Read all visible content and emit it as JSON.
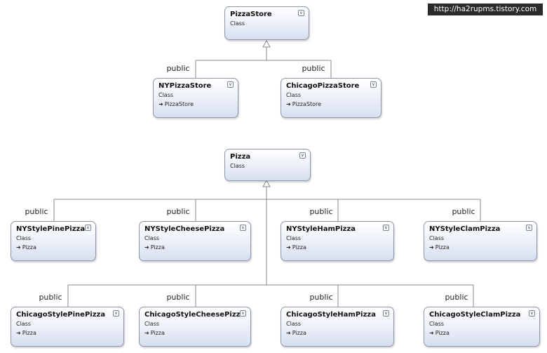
{
  "watermark": "http://ha2rupms.tistory.com",
  "diagram_top": {
    "base": {
      "name": "PizzaStore",
      "kind": "Class"
    },
    "children": [
      {
        "name": "NYPizzaStore",
        "kind": "Class",
        "inherits": "PizzaStore",
        "label": "public"
      },
      {
        "name": "ChicagoPizzaStore",
        "kind": "Class",
        "inherits": "PizzaStore",
        "label": "public"
      }
    ]
  },
  "diagram_bottom": {
    "base": {
      "name": "Pizza",
      "kind": "Class"
    },
    "row1": [
      {
        "name": "NYStylePinePizza",
        "kind": "Class",
        "inherits": "Pizza",
        "label": "public"
      },
      {
        "name": "NYStyleCheesePizza",
        "kind": "Class",
        "inherits": "Pizza",
        "label": "public"
      },
      {
        "name": "NYStyleHamPizza",
        "kind": "Class",
        "inherits": "Pizza",
        "label": "public"
      },
      {
        "name": "NYStyleClamPizza",
        "kind": "Class",
        "inherits": "Pizza",
        "label": "public"
      }
    ],
    "row2": [
      {
        "name": "ChicagoStylePinePizza",
        "kind": "Class",
        "inherits": "Pizza",
        "label": "public"
      },
      {
        "name": "ChicagoStyleCheesePizza",
        "kind": "Class",
        "inherits": "Pizza",
        "label": "public"
      },
      {
        "name": "ChicagoStyleHamPizza",
        "kind": "Class",
        "inherits": "Pizza",
        "label": "public"
      },
      {
        "name": "ChicagoStyleClamPizza",
        "kind": "Class",
        "inherits": "Pizza",
        "label": "public"
      }
    ]
  },
  "icons": {
    "expand": "double-chevron-down-icon",
    "inherit": "inherit-arrow-icon"
  },
  "colors": {
    "box_border": "#8d97a8",
    "box_gradient_end": "#d7dff0",
    "line": "#8a8a8a",
    "watermark_bg": "#2b2b2b"
  }
}
